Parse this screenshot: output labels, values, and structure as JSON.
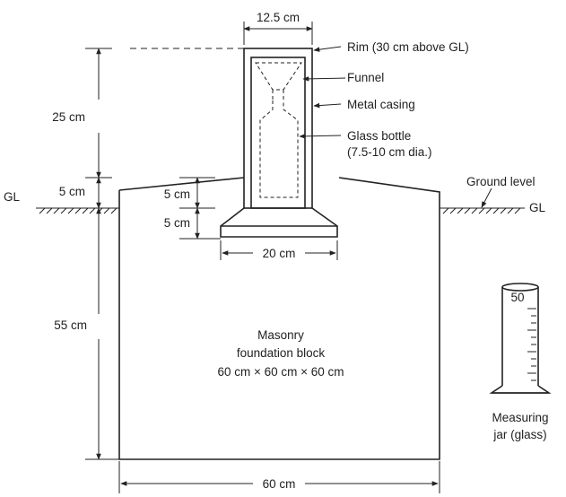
{
  "dimensions": {
    "top_width": "12.5 cm",
    "rim_height": "25 cm",
    "gl_offset": "5 cm",
    "base_step_1": "5 cm",
    "base_step_2": "5 cm",
    "base_width": "20 cm",
    "depth": "55 cm",
    "block_width": "60 cm"
  },
  "labels": {
    "rim": "Rim (30 cm above GL)",
    "funnel": "Funnel",
    "metal_casing": "Metal casing",
    "glass_bottle_1": "Glass bottle",
    "glass_bottle_2": "(7.5-10 cm dia.)",
    "ground_level": "Ground level",
    "gl_left": "GL",
    "gl_right": "GL",
    "block_line_1": "Masonry",
    "block_line_2": "foundation block",
    "block_line_3": "60 cm × 60 cm × 60 cm",
    "jar_line_1": "Measuring",
    "jar_line_2": "jar (glass)",
    "jar_mark": "50"
  },
  "colors": {
    "line": "#222222",
    "background": "#ffffff"
  }
}
